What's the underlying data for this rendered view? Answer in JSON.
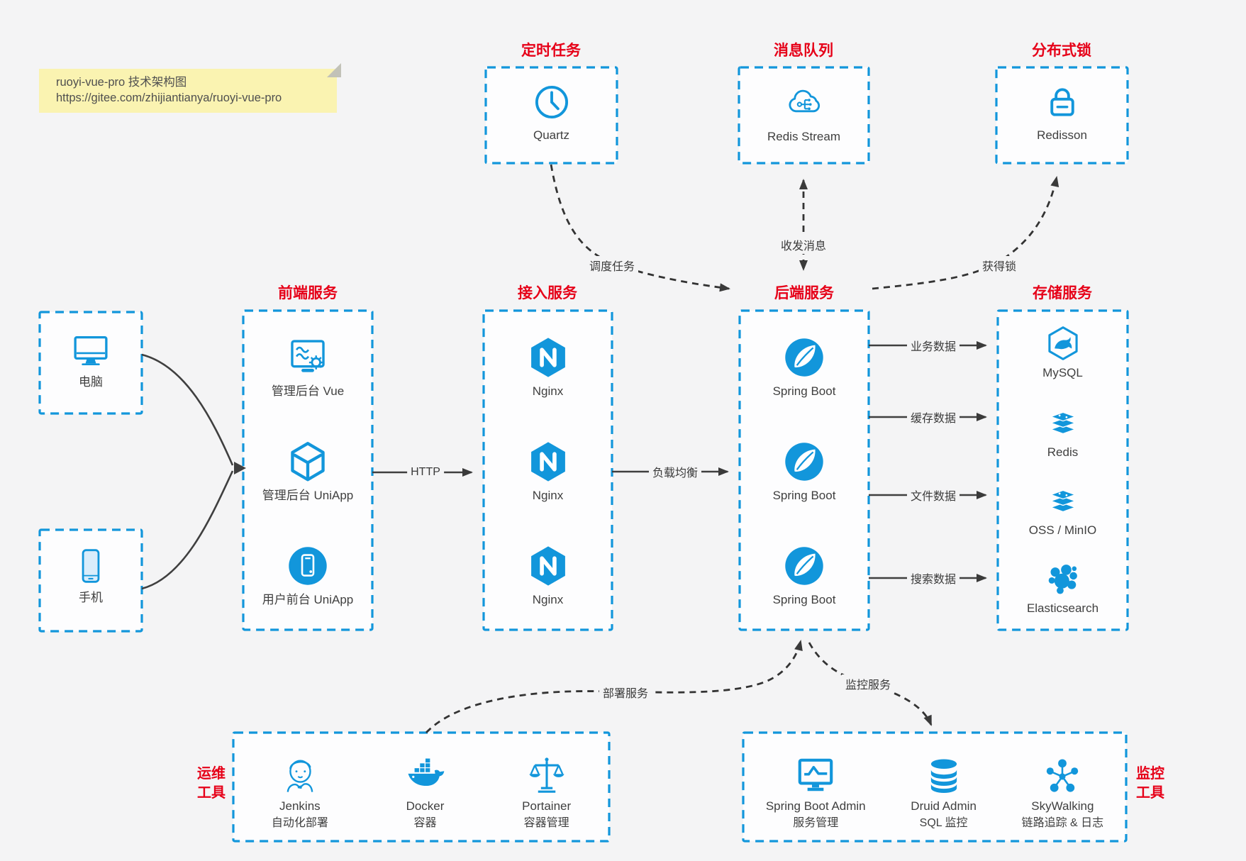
{
  "diagram": {
    "note": {
      "title": "ruoyi-vue-pro 技术架构图",
      "url": "https://gitee.com/zhijiantianya/ruoyi-vue-pro"
    },
    "colors": {
      "accent_blue": "#1296db",
      "title_red": "#e60018",
      "note_bg": "#faf3b1",
      "line_dark": "#3f3f3f",
      "page_bg": "#f4f4f5",
      "box_bg": "#fdfdfe"
    },
    "top_groups": [
      {
        "title": "定时任务",
        "icon": "clock-icon",
        "label": "Quartz"
      },
      {
        "title": "消息队列",
        "icon": "cloud-stream-icon",
        "label": "Redis Stream"
      },
      {
        "title": "分布式锁",
        "icon": "lock-icon",
        "label": "Redisson"
      }
    ],
    "clients": [
      {
        "icon": "desktop-icon",
        "label": "电脑"
      },
      {
        "icon": "mobile-icon",
        "label": "手机"
      }
    ],
    "columns": [
      {
        "title": "前端服务",
        "items": [
          {
            "icon": "admin-vue-icon",
            "label": "管理后台 Vue"
          },
          {
            "icon": "uniapp-cube-icon",
            "label": "管理后台 UniApp"
          },
          {
            "icon": "user-app-icon",
            "label": "用户前台 UniApp"
          }
        ]
      },
      {
        "title": "接入服务",
        "items": [
          {
            "icon": "nginx-icon",
            "label": "Nginx"
          },
          {
            "icon": "nginx-icon",
            "label": "Nginx"
          },
          {
            "icon": "nginx-icon",
            "label": "Nginx"
          }
        ]
      },
      {
        "title": "后端服务",
        "items": [
          {
            "icon": "spring-boot-icon",
            "label": "Spring Boot"
          },
          {
            "icon": "spring-boot-icon",
            "label": "Spring Boot"
          },
          {
            "icon": "spring-boot-icon",
            "label": "Spring Boot"
          }
        ]
      },
      {
        "title": "存储服务",
        "items": [
          {
            "icon": "mysql-icon",
            "label": "MySQL"
          },
          {
            "icon": "redis-icon",
            "label": "Redis"
          },
          {
            "icon": "oss-icon",
            "label": "OSS / MinIO"
          },
          {
            "icon": "elasticsearch-icon",
            "label": "Elasticsearch"
          }
        ]
      }
    ],
    "bottom_groups": [
      {
        "side_title": [
          "运维",
          "工具"
        ],
        "items": [
          {
            "icon": "jenkins-icon",
            "name": "Jenkins",
            "desc": "自动化部署"
          },
          {
            "icon": "docker-icon",
            "name": "Docker",
            "desc": "容器"
          },
          {
            "icon": "portainer-icon",
            "name": "Portainer",
            "desc": "容器管理"
          }
        ]
      },
      {
        "side_title": [
          "监控",
          "工具"
        ],
        "items": [
          {
            "icon": "spring-boot-admin-icon",
            "name": "Spring Boot Admin",
            "desc": "服务管理"
          },
          {
            "icon": "druid-icon",
            "name": "Druid Admin",
            "desc": "SQL 监控"
          },
          {
            "icon": "skywalking-icon",
            "name": "SkyWalking",
            "desc": "链路追踪 & 日志"
          }
        ]
      }
    ],
    "edges": {
      "http": "HTTP",
      "load_balance": "负载均衡",
      "business_data": "业务数据",
      "cache_data": "缓存数据",
      "file_data": "文件数据",
      "search_data": "搜索数据",
      "schedule_task": "调度任务",
      "send_receive_msg": "收发消息",
      "acquire_lock": "获得锁",
      "deploy_service": "部署服务",
      "monitor_service": "监控服务"
    }
  }
}
